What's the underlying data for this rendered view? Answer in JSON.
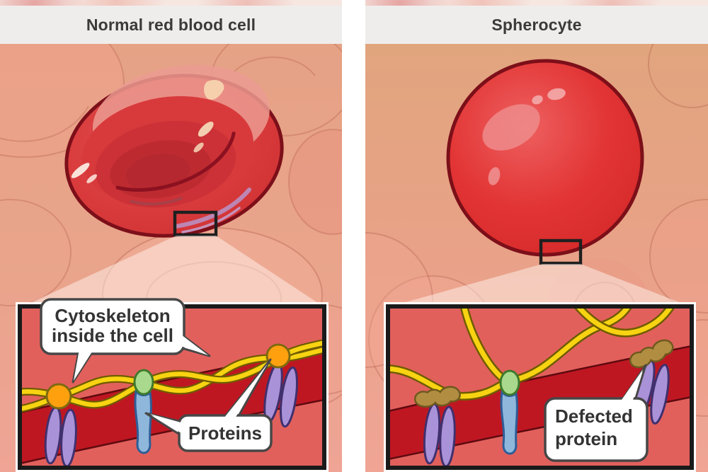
{
  "panels": [
    {
      "title": "Normal red blood cell",
      "cell_shape": "biconcave-disc",
      "labels": {
        "cytoskeleton_line1": "Cytoskeleton",
        "cytoskeleton_line2": "inside the cell",
        "proteins": "Proteins"
      }
    },
    {
      "title": "Spherocyte",
      "cell_shape": "sphere",
      "labels": {
        "defect_line1": "Defected",
        "defect_line2": "protein"
      }
    }
  ],
  "colors": {
    "header_bg": "#efedec",
    "header_text": "#3a3a3a",
    "background_peach": "#e7a68a",
    "cell_red": "#d83a3c",
    "cell_outline": "#7c0f19",
    "inset_inside_cell": "#e2605c",
    "membrane_band": "#bf1722",
    "below_membrane": "#f3b096",
    "cytoskeleton_yellow": "#f8d312",
    "strand_outline": "#6f5c00",
    "anchor_orange": "#ffa00e",
    "anchor_green": "#a9d98c",
    "protein_blue": "#8fb7db",
    "protein_purple": "#aa92d8",
    "defected_brown": "#b18d42",
    "bubble_bg": "#ffffff",
    "bubble_border": "#474747",
    "bubble_text": "#333333"
  }
}
